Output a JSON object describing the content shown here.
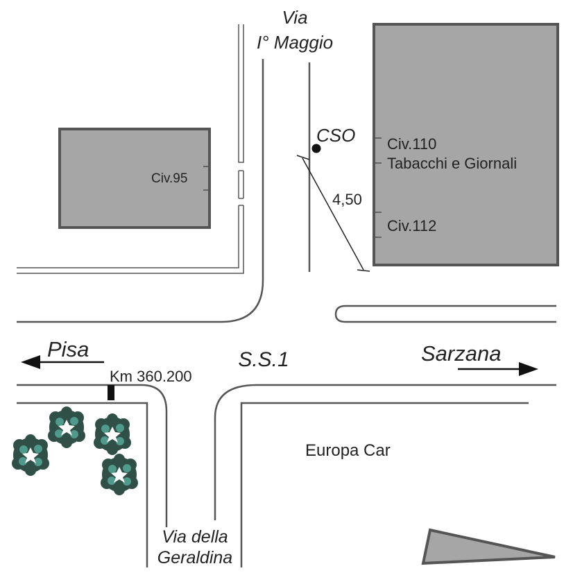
{
  "streets": {
    "via_maggio_line1": "Via",
    "via_maggio_line2": "I° Maggio",
    "ss1": "S.S.1",
    "via_geraldina_line1": "Via della",
    "via_geraldina_line2": "Geraldina"
  },
  "directions": {
    "west": "Pisa",
    "east": "Sarzana"
  },
  "labels": {
    "civ95": "Civ.95",
    "civ110": "Civ.110",
    "tabacchi": "Tabacchi e Giornali",
    "civ112": "Civ.112",
    "cso": "CSO",
    "distance": "4,50",
    "km_marker": "Km 360.200",
    "europa_car": "Europa Car"
  },
  "colors": {
    "building_fill": "#a6a6a6",
    "line": "#555555",
    "tree_dark": "#2f4f47",
    "tree_light": "#4f9a8a"
  },
  "icons": {
    "tree": "tree-icon",
    "arrow_left": "arrow-left-icon",
    "arrow_right": "arrow-right-icon",
    "point": "cso-point-icon"
  }
}
